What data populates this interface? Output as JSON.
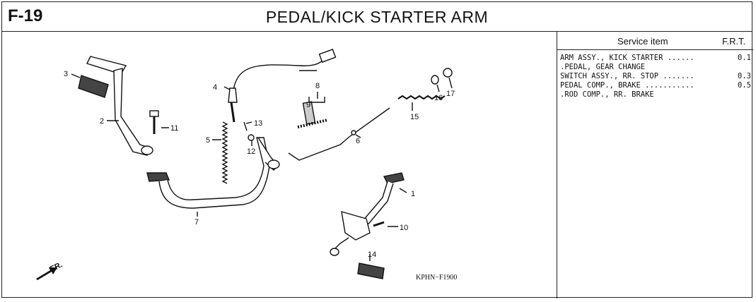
{
  "header": {
    "section_code": "F-19",
    "title": "PEDAL/KICK STARTER ARM"
  },
  "service_table": {
    "col_item": "Service item",
    "col_frt": "F.R.T.",
    "rows": [
      {
        "item": "ARM ASSY., KICK STARTER",
        "dots": "......",
        "frt": "0.1"
      },
      {
        "item": ".PEDAL, GEAR CHANGE",
        "dots": "",
        "frt": ""
      },
      {
        "item": "SWITCH ASSY., RR. STOP",
        "dots": ".......",
        "frt": "0.3"
      },
      {
        "item": "PEDAL COMP., BRAKE",
        "dots": "...........",
        "frt": "0.5"
      },
      {
        "item": ".ROD COMP., RR. BRAKE",
        "dots": "",
        "frt": ""
      }
    ]
  },
  "diagram": {
    "part_numbers": [
      "1",
      "2",
      "3",
      "4",
      "5",
      "6",
      "7",
      "8",
      "9",
      "10",
      "11",
      "12",
      "13",
      "14",
      "15",
      "16",
      "17"
    ],
    "front_indicator": "FR.",
    "drawing_code": "KPHN−F1900"
  }
}
